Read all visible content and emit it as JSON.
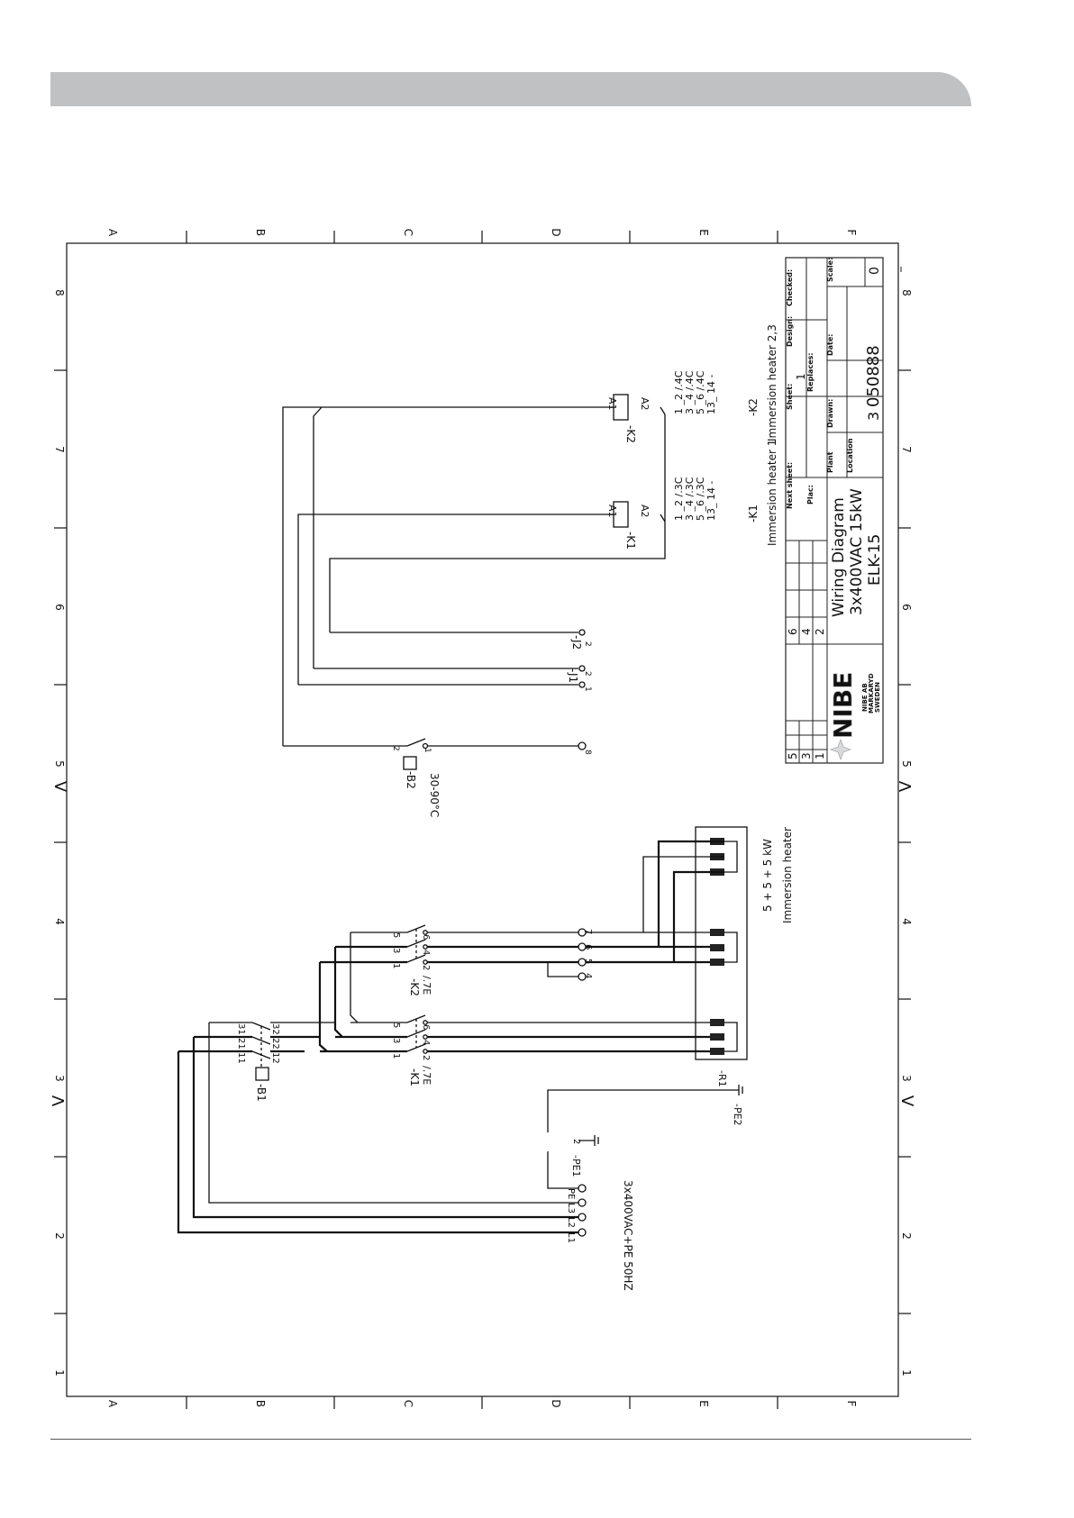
{
  "grid": {
    "rows": [
      "A",
      "B",
      "C",
      "D",
      "E",
      "F"
    ],
    "cols": [
      "8",
      "7",
      "6",
      "5",
      "4",
      "3",
      "2",
      "1"
    ],
    "arrow": "V"
  },
  "title_block": {
    "title_line1": "Wiring Diagram",
    "title_line2": "3x400VAC 15kW",
    "title_line3": "ELK-15",
    "logo": "NIBE",
    "company_line1": "NIBE AB",
    "company_line2": "MARKARYD",
    "company_line3": "SWEDEN",
    "checked_label": "Checked:",
    "design_label": "Design:",
    "scale_label": "Scale:",
    "scale_value": "0",
    "sheet_label": "Sheet:",
    "sheet_value": "1",
    "replaces_label": "Replaces:",
    "date_label": "Date:",
    "drawn_label": "Drawn:",
    "next_sheet_label": "Next sheet:",
    "plac_label": "Plac:",
    "plant_label": "Plant",
    "location_label": "Location",
    "drawing_no": "050888",
    "sheets_total": "3",
    "rev_a": [
      "6",
      "4",
      "2"
    ],
    "rev_b": [
      "5",
      "3",
      "1"
    ]
  },
  "labels": {
    "imm_heater_1": "Immersion heater 1",
    "imm_heater_23": "Immersion heater 2,3",
    "k1": "-K1",
    "k2": "-K2",
    "a1": "A1",
    "a2": "A2",
    "k1_refs": [
      "1 _2  /.3C",
      "3 _4  /.3C",
      "5 _6  /.3C",
      "13_ 14  -"
    ],
    "k2_refs": [
      "1 _2  /.4C",
      "3 _4  /.4C",
      "5 _6  /.4C",
      "13_ 14  -"
    ],
    "j1": "-J1",
    "j2": "-J2",
    "b2": "-B2",
    "b2_range": "30-90°C",
    "b1": "-B1",
    "k1_ref": "/.7E",
    "k2_ref": "/.7E",
    "pe1": "-PE1",
    "pe2": "-PE2",
    "r1": "-R1",
    "heater_power": "5 + 5 + 5 kW",
    "heater_name": "Immersion heater",
    "supply": "3x400VAC+PE 50HZ",
    "term_l1": "L1",
    "term_l2": "L2",
    "term_l3": "L3",
    "term_pe": "PE",
    "t1": "1",
    "t2": "2",
    "t3": "3",
    "t4": "4",
    "t5": "5",
    "t6": "6",
    "t7": "7",
    "t8": "8",
    "t9": "9",
    "t11": "11",
    "t12": "12",
    "t21": "21",
    "t22": "22",
    "t31": "31",
    "t32": "32"
  }
}
